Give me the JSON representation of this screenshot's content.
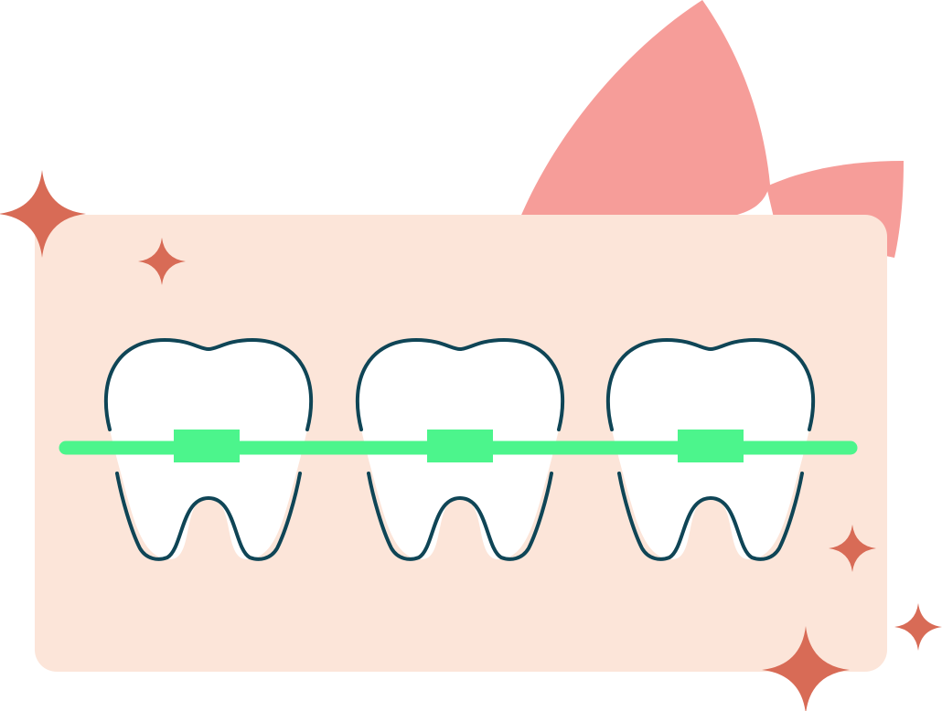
{
  "illustration": {
    "subject": "teeth-with-braces",
    "teeth_count": 3,
    "sparkle_count": 5,
    "leaf_count": 2
  },
  "colors": {
    "background": "#ffffff",
    "card": "#fce5d9",
    "leaves": "#f69d99",
    "sparkle": "#d86b56",
    "tooth_fill": "#ffffff",
    "tooth_outline": "#0f4556",
    "wire": "#4cf58c",
    "bracket": "#4cf58c"
  },
  "icons": {
    "tooth": "tooth-icon",
    "sparkle": "sparkle-icon",
    "leaf": "leaf-icon",
    "bracket": "bracket-icon",
    "wire": "archwire"
  }
}
